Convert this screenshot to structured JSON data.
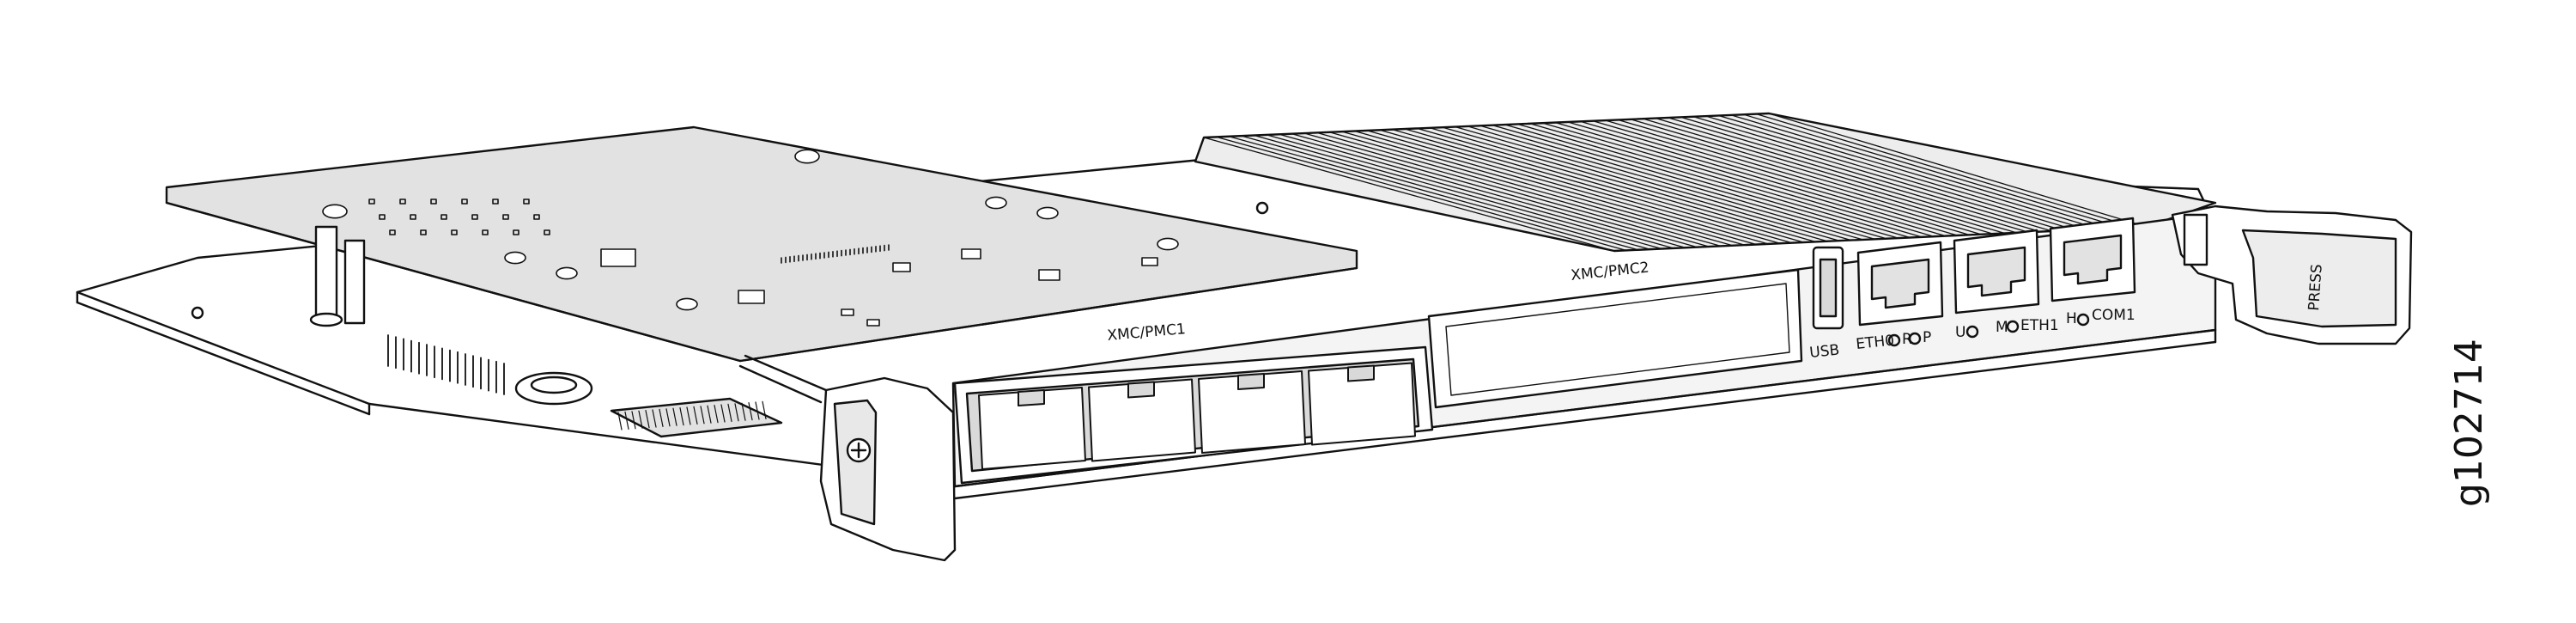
{
  "figure": {
    "id": "g102714",
    "colors": {
      "stroke": "#111111",
      "board": "#e2e2e2",
      "heatsink": "#ededed",
      "panel": "#f4f4f4",
      "bay": "#d9d9d9",
      "background": "#ffffff"
    }
  },
  "slots": {
    "xmc1": "XMC/PMC1",
    "xmc2": "XMC/PMC2"
  },
  "ports": [
    {
      "name": "usb",
      "label": "USB"
    },
    {
      "name": "eth0",
      "label": "ETH0"
    },
    {
      "name": "eth1",
      "label": "ETH1"
    },
    {
      "name": "com1",
      "label": "COM1"
    }
  ],
  "leds": [
    {
      "name": "r",
      "label": "R"
    },
    {
      "name": "p",
      "label": "P"
    },
    {
      "name": "u",
      "label": "U"
    },
    {
      "name": "m",
      "label": "M"
    },
    {
      "name": "h",
      "label": "H"
    }
  ],
  "ejector": {
    "label": "PRESS",
    "icon": "ejector-handle-icon"
  }
}
